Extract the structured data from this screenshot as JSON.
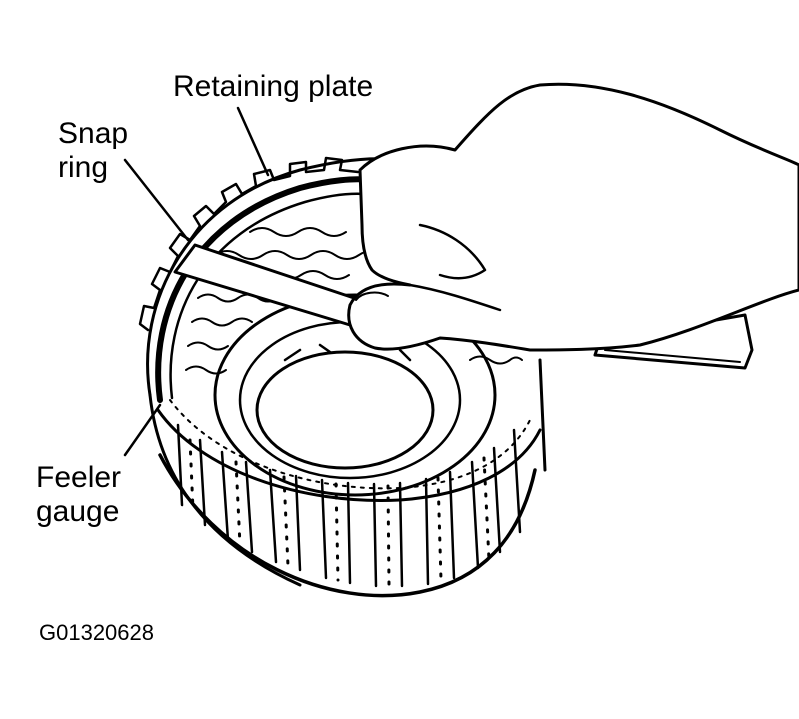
{
  "labels": {
    "retaining_plate": "Retaining plate",
    "snap_ring_line1": "Snap",
    "snap_ring_line2": "ring",
    "feeler_gauge_line1": "Feeler",
    "feeler_gauge_line2": "gauge"
  },
  "figure_id": "G01320628",
  "colors": {
    "ink": "#000000",
    "paper": "#ffffff"
  }
}
